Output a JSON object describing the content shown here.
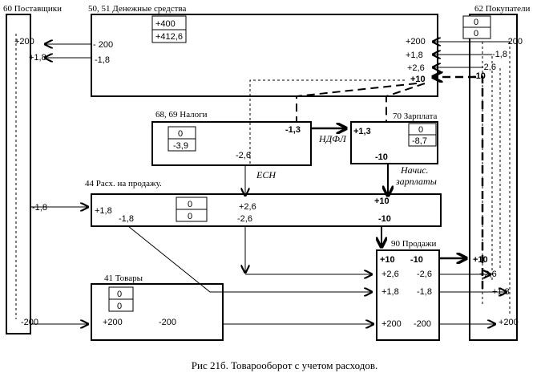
{
  "caption": "Рис 21б. Товарооборот с учетом расходов.",
  "accounts": {
    "suppliers": {
      "title": "60 Поставщики",
      "v200": "+200",
      "v18": "+1,8",
      "v18m": "-1,8",
      "vm200": "-200"
    },
    "cash": {
      "title": "50, 51 Денежные средства",
      "box1": "+400",
      "box2": "+412,6",
      "vm200": "- 200",
      "vm18": "-1,8",
      "v200": "+200",
      "v18": "+1,8",
      "v26": "+2,6",
      "v10": "+10"
    },
    "buyers": {
      "title": "62 Покупатели",
      "box1": "0",
      "box2": "0",
      "vm200": "-200",
      "vm18": "-1,8",
      "vm26": "-2,6",
      "vm10": "-10",
      "v10": "+10",
      "v26": "+2,6",
      "v18": "+1,8",
      "v200": "+200"
    },
    "taxes": {
      "title": "68, 69 Налоги",
      "box1": "0",
      "box2": "-3,9",
      "vm13": "-1,3",
      "vm26": "-2,6"
    },
    "salary": {
      "title": "70 Зарплата",
      "box1": "0",
      "box2": "-8,7",
      "v13": "+1,3",
      "vm10": "-10"
    },
    "selling_costs": {
      "title": "44 Расх. на продажу.",
      "box1": "0",
      "box2": "0",
      "v18": "+1,8",
      "vm18": "-1,8",
      "v26": "+2,6",
      "vm26": "-2,6",
      "v10": "+10",
      "vm10": "-10"
    },
    "goods": {
      "title": "41 Товары",
      "box1": "0",
      "box2": "0",
      "v200": "+200",
      "vm200": "-200"
    },
    "sales": {
      "title": "90 Продажи",
      "v10": "+10",
      "vm10": "-10",
      "v26": "+2,6",
      "vm26": "-2,6",
      "v18": "+1,8",
      "vm18": "-1,8",
      "v200": "+200",
      "vm200": "-200"
    }
  },
  "flow_labels": {
    "ndfl": "НДФЛ",
    "esn": "ЕСН",
    "accrual1": "Начис.",
    "accrual2": "зарплаты"
  }
}
